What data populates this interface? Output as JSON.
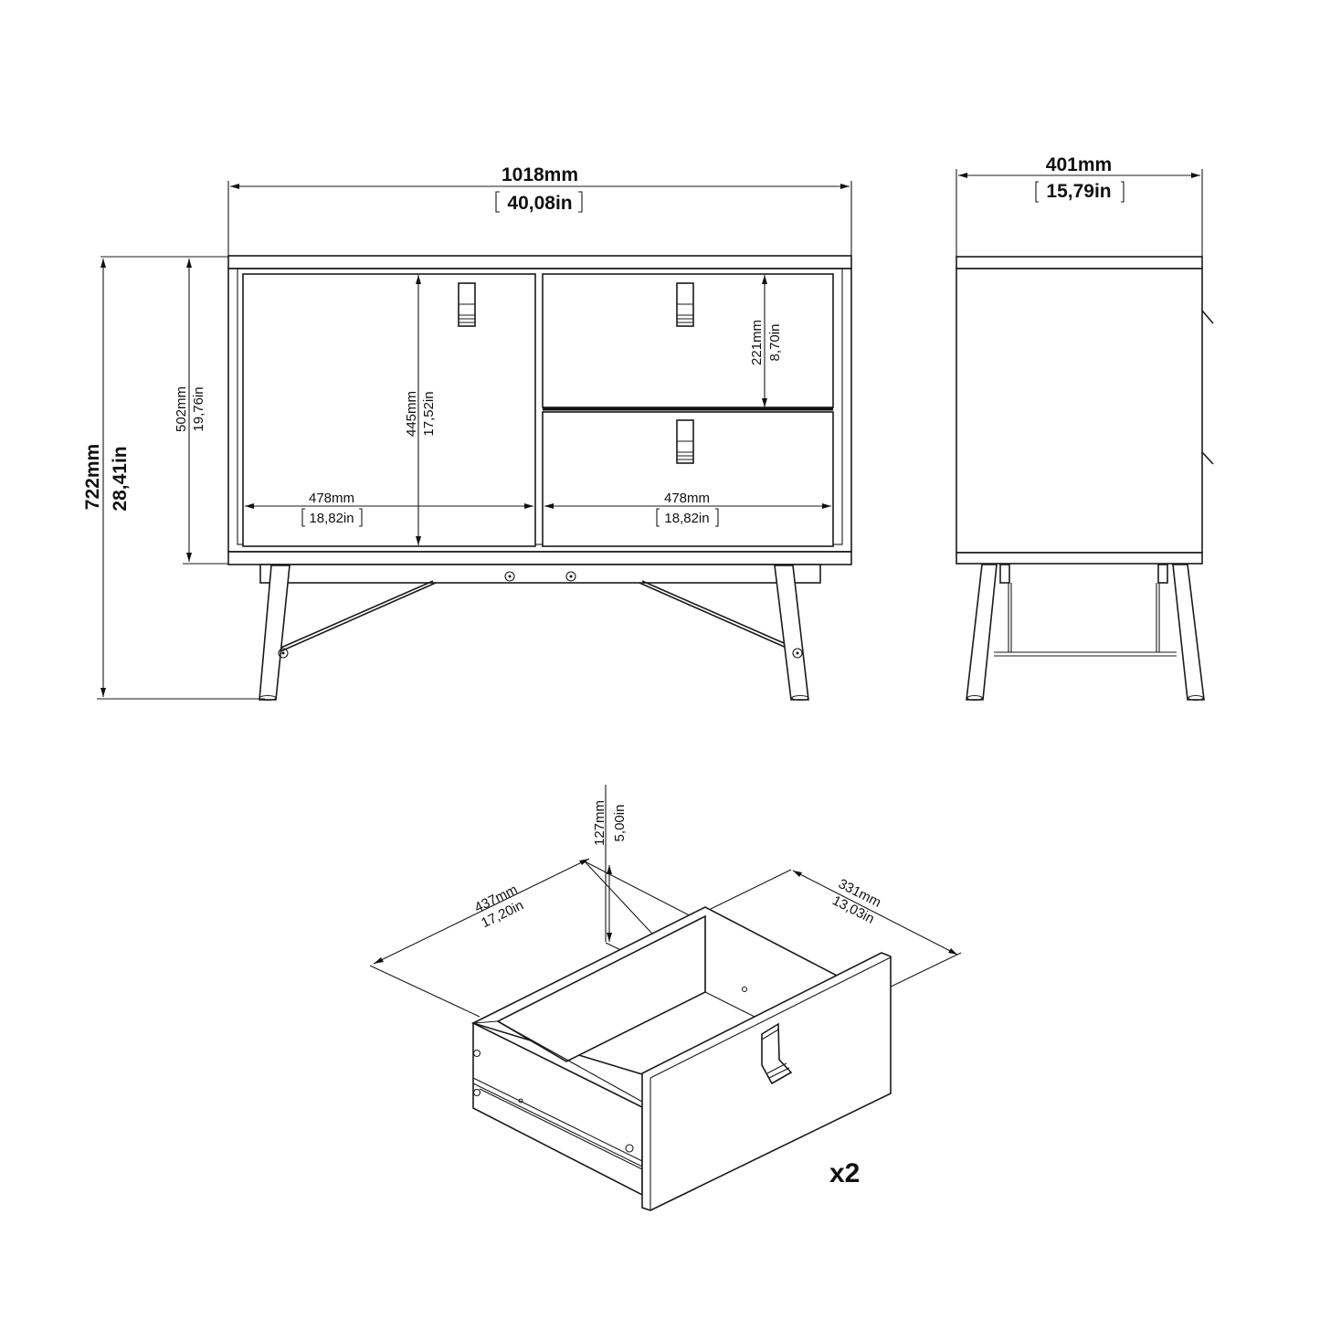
{
  "front_view": {
    "overall_width": {
      "mm": "1018mm",
      "in": "40,08in"
    },
    "overall_height": {
      "mm": "722mm",
      "in": "28,41in"
    },
    "body_height": {
      "mm": "502mm",
      "in": "19,76in"
    },
    "door_height": {
      "mm": "445mm",
      "in": "17,52in"
    },
    "drawer_height": {
      "mm": "221mm",
      "in": "8,70in"
    },
    "door_width": {
      "mm": "478mm",
      "in": "18,82in"
    },
    "drawer_width": {
      "mm": "478mm",
      "in": "18,82in"
    }
  },
  "side_view": {
    "depth": {
      "mm": "401mm",
      "in": "15,79in"
    }
  },
  "drawer_detail": {
    "inner_width": {
      "mm": "437mm",
      "in": "17,20in"
    },
    "inner_depth": {
      "mm": "331mm",
      "in": "13,03in"
    },
    "inner_height": {
      "mm": "127mm",
      "in": "5,00in"
    },
    "quantity": "x2"
  }
}
